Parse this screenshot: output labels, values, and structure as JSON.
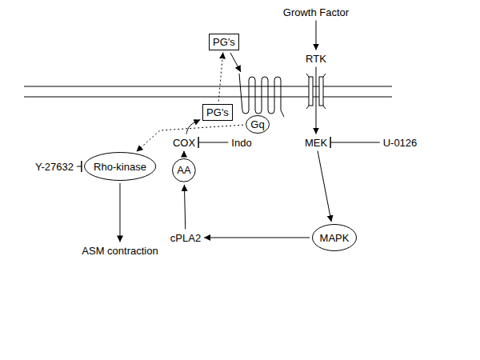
{
  "diagram": {
    "nodes": [
      {
        "text": [
          "Growth Factor"
        ]
      },
      {
        "text": [
          "PG's"
        ]
      },
      {
        "text": [
          "RTK"
        ]
      },
      {
        "text": [
          "Gq"
        ]
      },
      {
        "text": [
          "PG's"
        ]
      },
      {
        "text": [
          "COX"
        ]
      },
      {
        "text": [
          "Indo"
        ]
      },
      {
        "text": [
          "MEK"
        ]
      },
      {
        "text": [
          "U-0126"
        ]
      },
      {
        "text": [
          "AA"
        ]
      },
      {
        "text": [
          "Y-27632"
        ]
      },
      {
        "text": [
          "Rho-kinase"
        ]
      },
      {
        "text": [
          "MAPK"
        ]
      },
      {
        "text": [
          "cPLA2"
        ]
      },
      {
        "text": [
          "ASM contraction"
        ]
      }
    ],
    "edges": [
      {
        "from": 0,
        "to": 2,
        "arrow": "to"
      },
      {
        "from": 2,
        "to": 7,
        "arrow": "to"
      },
      {
        "from": 7,
        "to": 12,
        "arrow": "to"
      },
      {
        "from": 12,
        "to": 13,
        "arrow": "to"
      },
      {
        "from": 13,
        "to": 9,
        "arrow": "to"
      },
      {
        "from": 9,
        "to": 5,
        "arrow": "to"
      },
      {
        "from": 5,
        "to": 4,
        "arrow": "to"
      },
      {
        "from": 4,
        "to": 1,
        "arrow": "to"
      },
      {
        "from": 3,
        "to": 11,
        "arrow": "to"
      },
      {
        "from": 11,
        "to": 14,
        "arrow": "to"
      },
      {
        "from": 10,
        "to": 11,
        "arrow": "to"
      },
      {
        "from": 6,
        "to": 5,
        "arrow": "to"
      },
      {
        "from": 8,
        "to": 7,
        "arrow": "to"
      }
    ]
  }
}
